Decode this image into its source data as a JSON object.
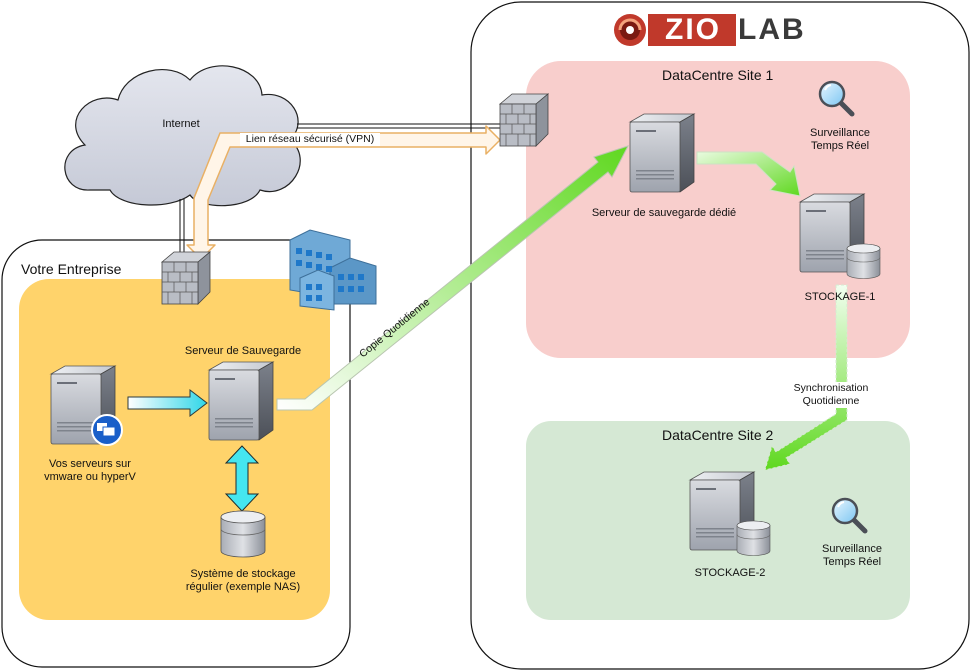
{
  "logo": {
    "text_zio": "ZIO",
    "text_lab": "LAB",
    "brand_color": "#c0392b",
    "dark_color": "#3a3a3a"
  },
  "internet": {
    "label": "Internet"
  },
  "vpn": {
    "label": "Lien réseau sécurisé (VPN)"
  },
  "enterprise": {
    "title": "Votre Entreprise",
    "backup_server": "Serveur de Sauvegarde",
    "vm_servers_line1": "Vos serveurs sur",
    "vm_servers_line2": "vmware ou hyperV",
    "nas_line1": "Système de stockage",
    "nas_line2": "régulier (exemple NAS)"
  },
  "copy_daily": {
    "label": "Copie Quotidienne"
  },
  "site1": {
    "title": "DataCentre Site 1",
    "dedicated_server": "Serveur de sauvegarde dédié",
    "storage": "STOCKAGE-1",
    "monitoring_line1": "Surveillance",
    "monitoring_line2": "Temps Réel"
  },
  "sync": {
    "line1": "Synchronisation",
    "line2": "Quotidienne"
  },
  "site2": {
    "title": "DataCentre Site 2",
    "storage": "STOCKAGE-2",
    "monitoring_line1": "Surveillance",
    "monitoring_line2": "Temps Réel"
  },
  "colors": {
    "enterprise_zone": "#ffd36b",
    "site1_zone": "#f8cecc",
    "site2_zone": "#d5e8d4",
    "green_arrow": "#6de03a",
    "cyan_arrow": "#45e6f0",
    "vpn_arrow": "#f5c98a"
  },
  "icons": [
    "cloud-icon",
    "firewall-icon",
    "building-icon",
    "server-icon",
    "database-icon",
    "magnifier-icon",
    "vm-badge-icon"
  ]
}
